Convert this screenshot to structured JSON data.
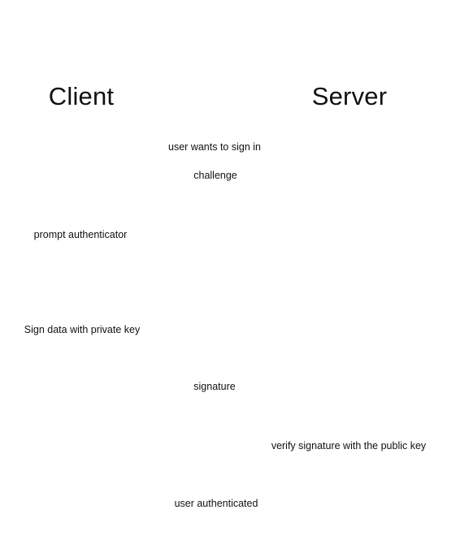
{
  "diagram": {
    "columns": {
      "client": "Client",
      "server": "Server"
    },
    "messages": [
      "user wants to sign in",
      "challenge",
      "signature",
      "user authenticated"
    ],
    "client_steps": [
      "prompt authenticator",
      "Sign data with private key"
    ],
    "server_steps": [
      "verify signature with the public key"
    ]
  }
}
